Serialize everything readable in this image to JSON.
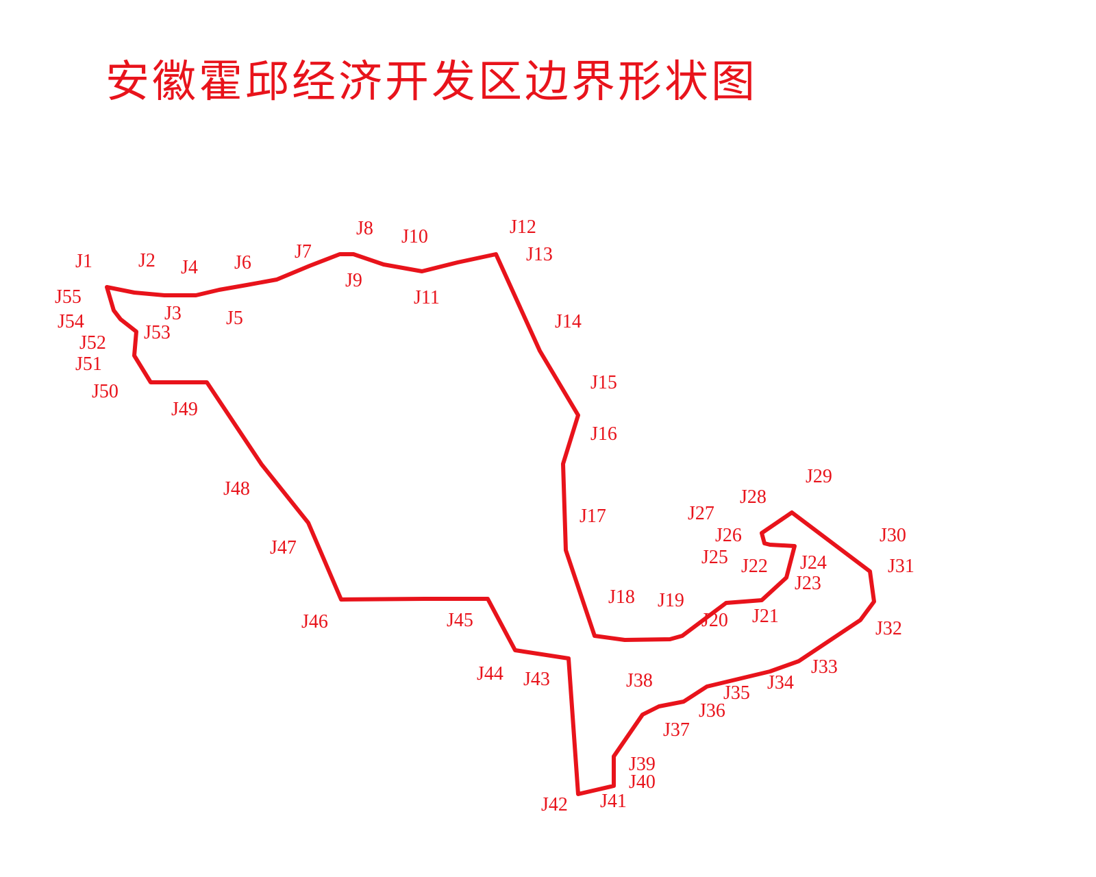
{
  "title": "安徽霍邱经济开发区边界形状图",
  "style": {
    "line_color": "#e8131b"
  },
  "points": [
    {
      "id": "J1"
    },
    {
      "id": "J2"
    },
    {
      "id": "J3"
    },
    {
      "id": "J4"
    },
    {
      "id": "J5"
    },
    {
      "id": "J6"
    },
    {
      "id": "J7"
    },
    {
      "id": "J8"
    },
    {
      "id": "J9"
    },
    {
      "id": "J10"
    },
    {
      "id": "J11"
    },
    {
      "id": "J12"
    },
    {
      "id": "J13"
    },
    {
      "id": "J14"
    },
    {
      "id": "J15"
    },
    {
      "id": "J16"
    },
    {
      "id": "J17"
    },
    {
      "id": "J18"
    },
    {
      "id": "J19"
    },
    {
      "id": "J20"
    },
    {
      "id": "J21"
    },
    {
      "id": "J22"
    },
    {
      "id": "J23"
    },
    {
      "id": "J24"
    },
    {
      "id": "J25"
    },
    {
      "id": "J26"
    },
    {
      "id": "J27"
    },
    {
      "id": "J28"
    },
    {
      "id": "J29"
    },
    {
      "id": "J30"
    },
    {
      "id": "J31"
    },
    {
      "id": "J32"
    },
    {
      "id": "J33"
    },
    {
      "id": "J34"
    },
    {
      "id": "J35"
    },
    {
      "id": "J36"
    },
    {
      "id": "J37"
    },
    {
      "id": "J38"
    },
    {
      "id": "J39"
    },
    {
      "id": "J40"
    },
    {
      "id": "J41"
    },
    {
      "id": "J42"
    },
    {
      "id": "J43"
    },
    {
      "id": "J44"
    },
    {
      "id": "J45"
    },
    {
      "id": "J46"
    },
    {
      "id": "J47"
    },
    {
      "id": "J48"
    },
    {
      "id": "J49"
    },
    {
      "id": "J50"
    },
    {
      "id": "J51"
    },
    {
      "id": "J52"
    },
    {
      "id": "J53"
    },
    {
      "id": "J54"
    },
    {
      "id": "J55"
    }
  ]
}
